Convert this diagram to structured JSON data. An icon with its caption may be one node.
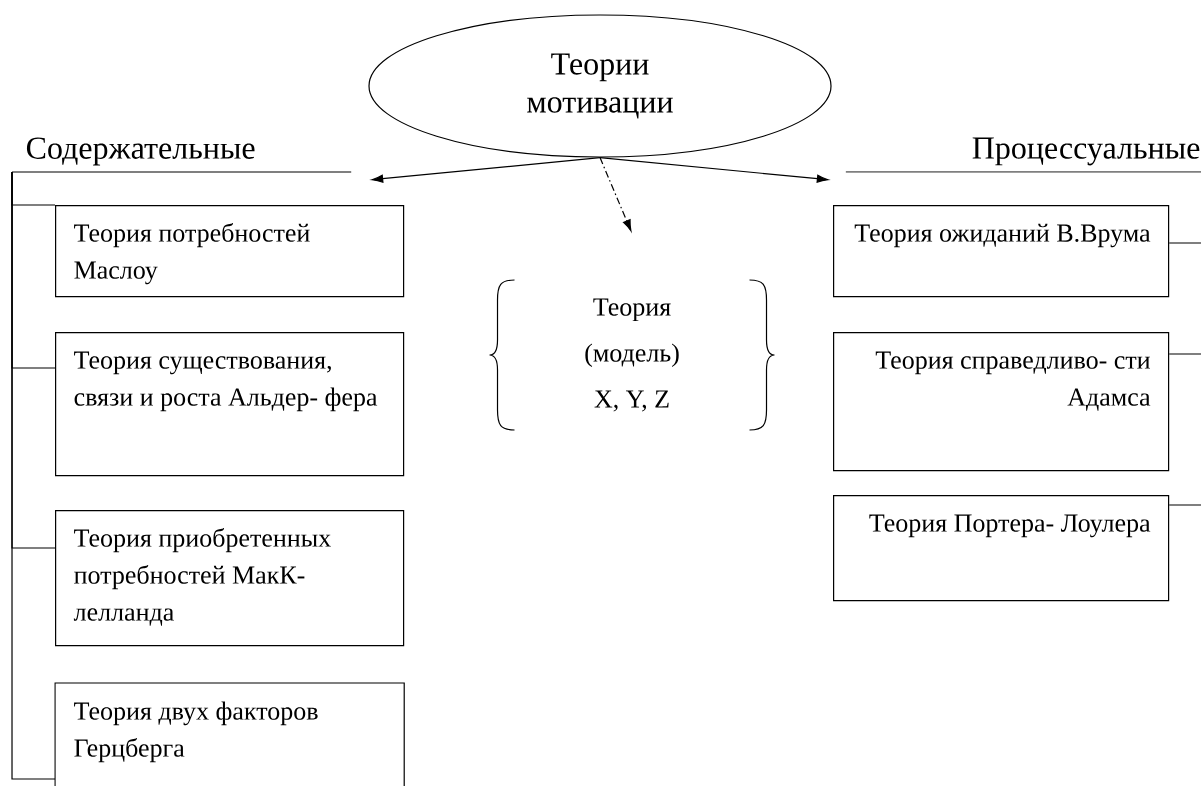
{
  "diagram": {
    "nodes": [
      {
        "text": [
          "Теории мотивации"
        ]
      },
      {
        "text": [
          "Содержательные"
        ]
      },
      {
        "text": [
          "Процессуальные"
        ]
      },
      {
        "text": [
          "Теория",
          "(модель)",
          "X, Y, Z"
        ]
      },
      {
        "text": [
          "Теория потребностей Маслоу"
        ]
      },
      {
        "text": [
          "Теория существования, связи и роста Альдер- фера"
        ]
      },
      {
        "text": [
          "Теория приобретенных потребностей МакК- лелланда"
        ]
      },
      {
        "text": [
          "Теория двух факторов Герцберга"
        ]
      },
      {
        "text": [
          "Теория ожиданий В.Врума"
        ]
      },
      {
        "text": [
          "Теория справедливо- сти Адамса"
        ]
      },
      {
        "text": [
          "Теория Портера- Лоулера"
        ]
      }
    ],
    "edges": [
      {
        "from": 0,
        "to": 1,
        "arrow": "to"
      },
      {
        "from": 0,
        "to": 2,
        "arrow": "to"
      },
      {
        "from": 0,
        "to": 3,
        "arrow": "to",
        "style": "dashed"
      },
      {
        "from": 1,
        "to": 4,
        "arrow": "none"
      },
      {
        "from": 1,
        "to": 5,
        "arrow": "none"
      },
      {
        "from": 1,
        "to": 6,
        "arrow": "none"
      },
      {
        "from": 1,
        "to": 7,
        "arrow": "none"
      },
      {
        "from": 2,
        "to": 8,
        "arrow": "none"
      },
      {
        "from": 2,
        "to": 9,
        "arrow": "none"
      },
      {
        "from": 2,
        "to": 10,
        "arrow": "none"
      }
    ]
  }
}
